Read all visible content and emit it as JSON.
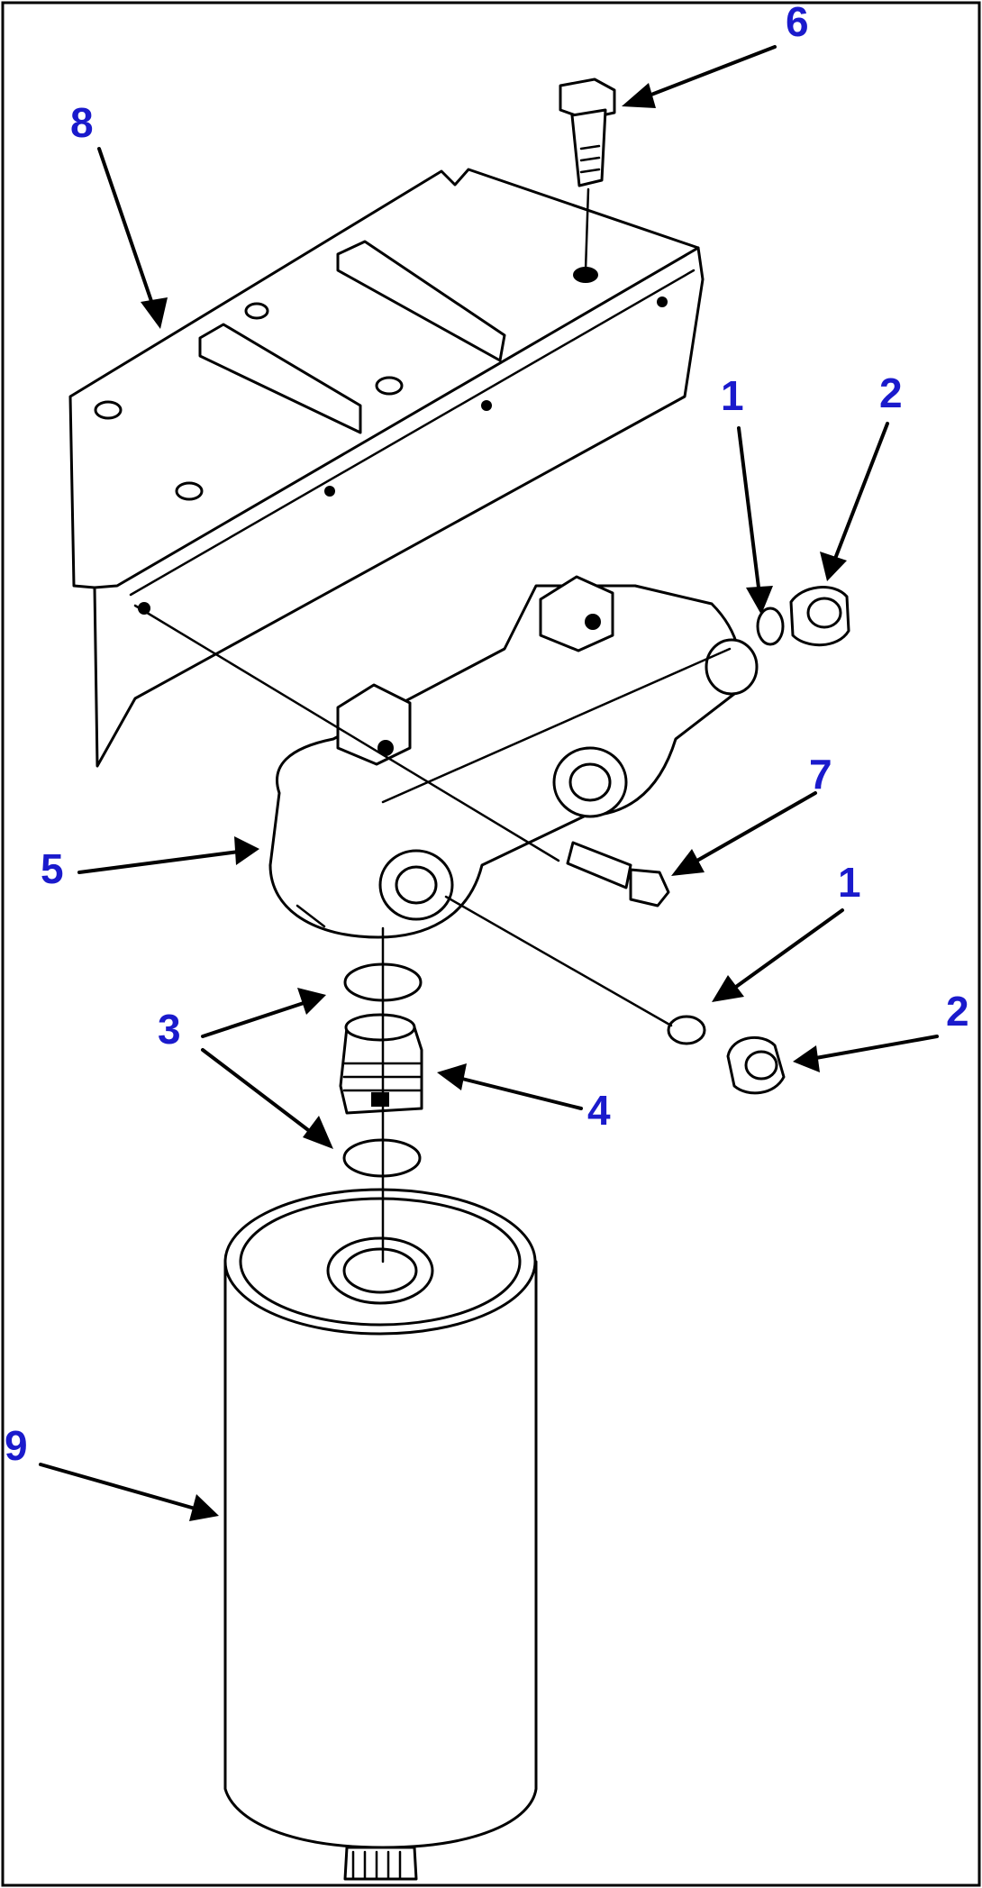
{
  "diagram": {
    "label_color": "#1a1acc",
    "callouts": [
      {
        "id": "c1a",
        "text": "1"
      },
      {
        "id": "c2a",
        "text": "2"
      },
      {
        "id": "c1b",
        "text": "1"
      },
      {
        "id": "c2b",
        "text": "2"
      },
      {
        "id": "c3",
        "text": "3"
      },
      {
        "id": "c4",
        "text": "4"
      },
      {
        "id": "c5",
        "text": "5"
      },
      {
        "id": "c6",
        "text": "6"
      },
      {
        "id": "c7",
        "text": "7"
      },
      {
        "id": "c8",
        "text": "8"
      },
      {
        "id": "c9",
        "text": "9"
      }
    ]
  }
}
